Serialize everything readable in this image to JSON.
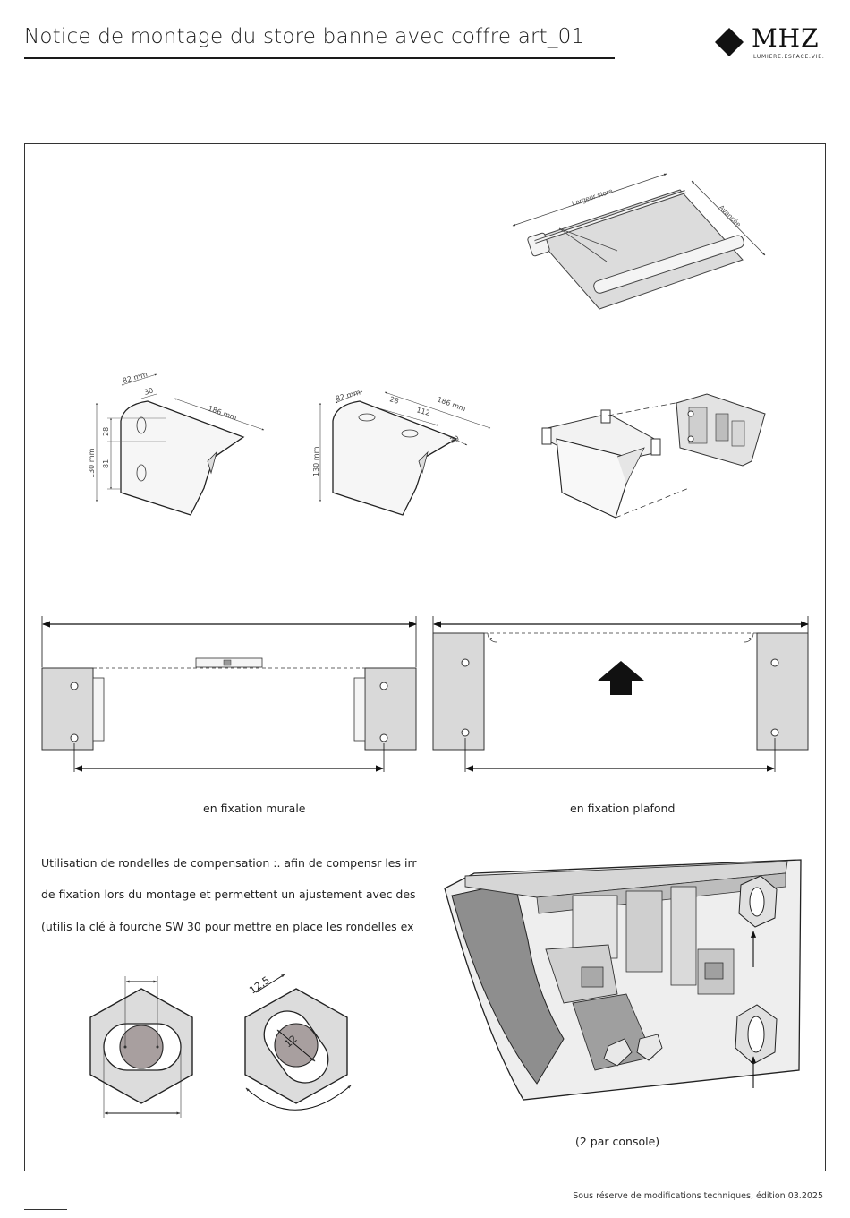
{
  "header": {
    "title": "Notice de montage du store banne avec coffre art_01",
    "logo_text": "MHZ",
    "logo_tagline": "LUMIERE.ESPACE.VIE."
  },
  "awning": {
    "width_label": "Largeur store",
    "projection_label": "Avancée"
  },
  "bracket_wall": {
    "dim_82": "82 mm",
    "dim_30": "30",
    "dim_186": "186 mm",
    "dim_28": "28",
    "dim_81": "81",
    "dim_130": "130 mm"
  },
  "bracket_ceiling": {
    "dim_82": "82 mm",
    "dim_28": "28",
    "dim_186": "186 mm",
    "dim_112": "112",
    "dim_30": "30",
    "dim_130": "130 mm"
  },
  "captions": {
    "wall": "en fixation murale",
    "ceiling": "en fixation plafond",
    "per_console": "(2 par console)"
  },
  "instructions": {
    "line1": "Utilisation de rondelles de compensation :. afin de compensr les irré",
    "line2": "de fixation lors du montage et permettent un ajustement avec des",
    "line3": "(utilis la clé à fourche SW 30 pour mettre en place les rondelles ex"
  },
  "washers": {
    "dim_12_5": "12,5",
    "dim_12": "12"
  },
  "footer": {
    "note": "Sous réserve de modifications techniques, édition  03.2025"
  }
}
